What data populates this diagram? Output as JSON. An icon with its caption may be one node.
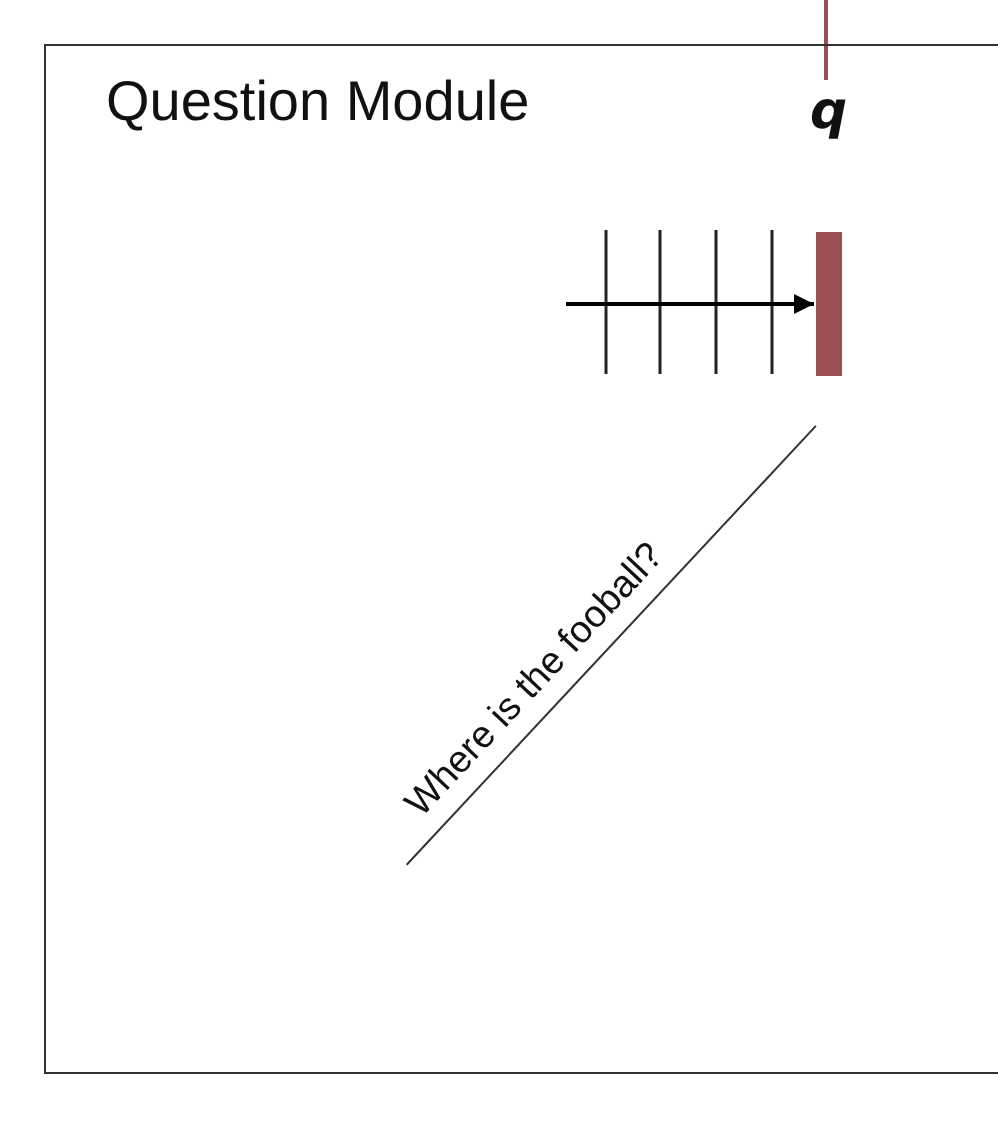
{
  "diagram": {
    "nodes": [
      {
        "text": [
          "Question Module"
        ]
      },
      {
        "text": [
          "q"
        ],
        "in": 0
      },
      {
        "text": [
          "Where is the fooball?"
        ],
        "in": 0
      }
    ],
    "edges": [
      {
        "from": null,
        "to": 1,
        "arrow": "to"
      },
      {
        "from": 1,
        "to": null,
        "arrow": "none",
        "color": "#9b4f55"
      }
    ]
  }
}
